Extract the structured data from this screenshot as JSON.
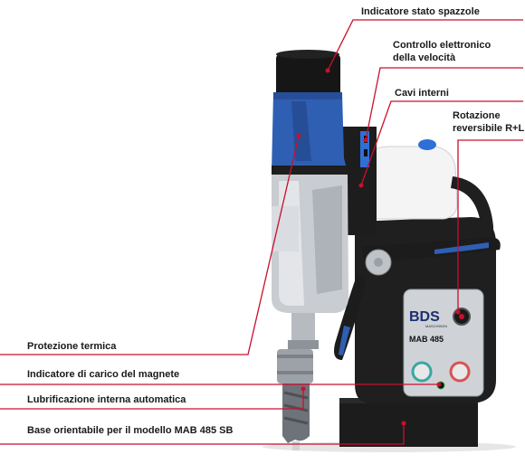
{
  "labels": {
    "brush_indicator": "Indicatore stato spazzole",
    "speed_control_line1": "Controllo elettronico",
    "speed_control_line2": "della velocità",
    "internal_cables": "Cavi interni",
    "rotation_line1": "Rotazione",
    "rotation_line2": "reversibile R+L",
    "thermal_protection": "Protezione termica",
    "magnet_load_indicator": "Indicatore di carico del magnete",
    "auto_lubrication": "Lubrificazione interna automatica",
    "swivel_base": "Base orientabile per il modello MAB 485 SB"
  },
  "product": {
    "brand_logo": "BDS",
    "brand_sub": "MASCHINEN",
    "model": "MAB 485"
  },
  "colors": {
    "callout_line": "#c8102e",
    "body_blue": "#2f5fb3",
    "machine_black": "#1c1c1c",
    "silver": "#c9ccd1"
  }
}
